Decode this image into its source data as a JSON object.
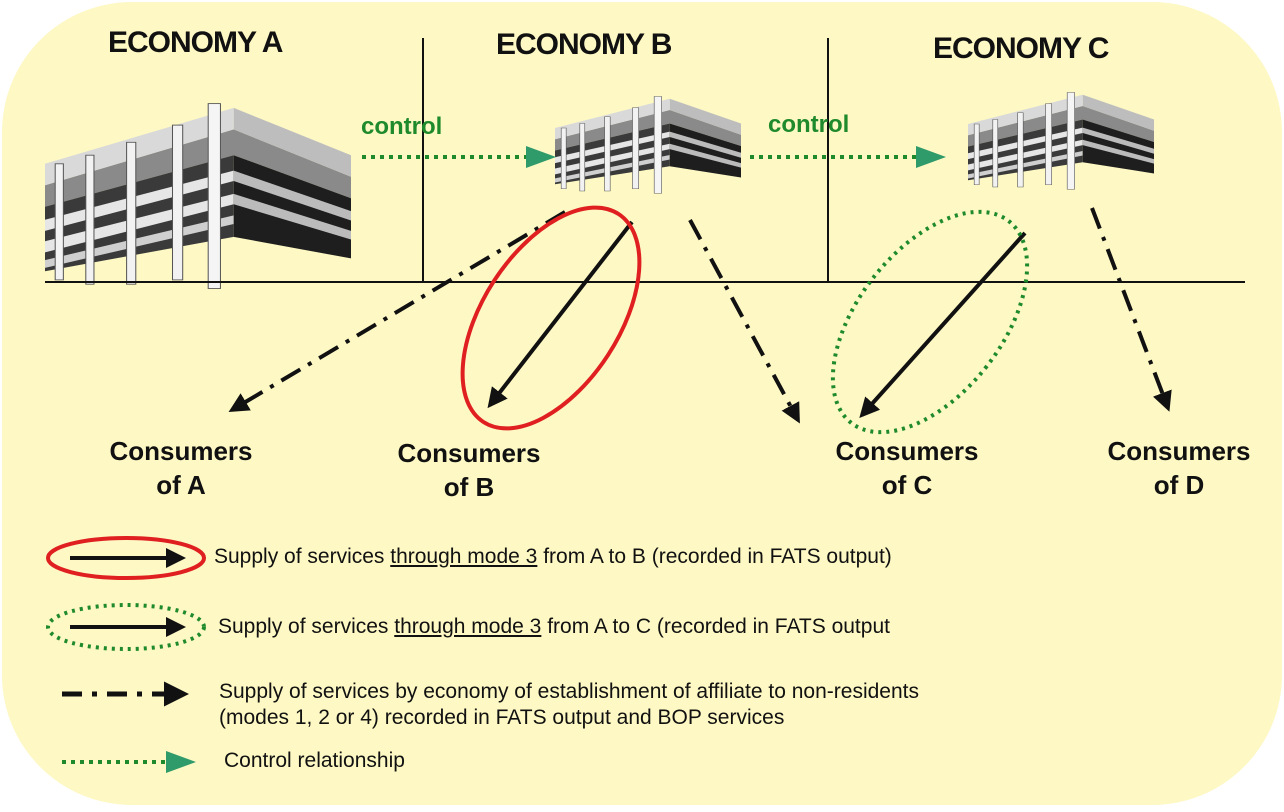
{
  "economies": {
    "a": "ECONOMY A",
    "b": "ECONOMY B",
    "c": "ECONOMY C"
  },
  "control_labels": [
    "control",
    "control"
  ],
  "consumers": [
    {
      "line1": "Consumers",
      "line2": "of A"
    },
    {
      "line1": "Consumers",
      "line2": "of B"
    },
    {
      "line1": "Consumers",
      "line2": "of C"
    },
    {
      "line1": "Consumers",
      "line2": "of D"
    }
  ],
  "legend": {
    "item1": {
      "pre": "Supply of services ",
      "mode": "through  mode 3",
      "post": " from A to B (recorded in FATS output)"
    },
    "item2": {
      "pre": "Supply of services ",
      "mode": "through  mode 3",
      "post": " from A to C (recorded  in FATS output"
    },
    "item3": {
      "line1": "Supply of services by economy of establishment of affiliate to non-residents",
      "line2": "(modes 1, 2 or 4) recorded  in FATS output and BOP services"
    },
    "item4": "Control relationship"
  },
  "colors": {
    "background": "#fdf8c4",
    "control_green": "#1f8a2c",
    "arrow_teal": "#2f9a6a",
    "highlight_red": "#e02020",
    "ink": "#111111"
  }
}
